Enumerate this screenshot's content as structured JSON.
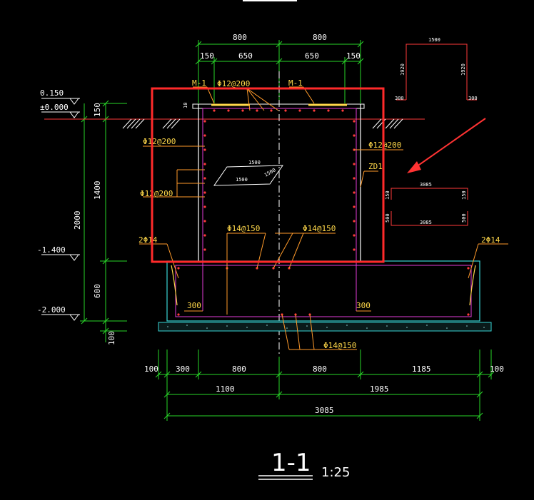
{
  "colors": {
    "background": "#000000",
    "dimension_green": "#29d629",
    "outline_white": "#ffffff",
    "rebar_magenta": "#e23bd9",
    "rebar_red": "#ff3a3a",
    "leader_orange": "#ff9a2a",
    "label_yellow": "#ffd84a",
    "cyan": "#38d6d6",
    "highlight_red": "#ff2a2a",
    "arrow_red": "#ff3333"
  },
  "top_dims": {
    "row1": [
      "800",
      "800"
    ],
    "row2": [
      "150",
      "650",
      "650",
      "150"
    ]
  },
  "left_levels": {
    "top_level": "0.150",
    "ground": "±0.000",
    "mid": "-1.400",
    "bottom": "-2.000"
  },
  "left_dims": {
    "d150": "150",
    "d1400": "1400",
    "d2000": "2000",
    "d600": "600",
    "d100": "100",
    "d10": "10"
  },
  "labels": {
    "m1_left": "M-1",
    "m1_right": "M-1",
    "rebar_top": "Φ12@200",
    "rebar_left_1": "Φ12@200",
    "rebar_left_2": "Φ12@200",
    "rebar_right": "Φ12@200",
    "zd1": "ZD1",
    "two_phi14_left": "2Φ14",
    "two_phi14_right": "2Φ14",
    "phi14_left": "Φ14@150",
    "phi14_right": "Φ14@150",
    "phi14_bottom": "Φ14@150",
    "d300_left": "300",
    "d300_right": "300"
  },
  "inner_plan": {
    "a": "1500",
    "b": "1500",
    "c": "1500"
  },
  "detail_top": {
    "width": "1500",
    "left": "1920",
    "right": "1920",
    "foot_left": "300",
    "foot_right": "300"
  },
  "detail_mid": {
    "top": "3085",
    "bottom": "3085",
    "left_top": "150",
    "right_top": "150",
    "left_bot": "500",
    "right_bot": "500"
  },
  "bottom_dims": {
    "row1": [
      "100",
      "300",
      "800",
      "800",
      "1185",
      "100"
    ],
    "row2": [
      "1100",
      "1985"
    ],
    "total": "3085"
  },
  "section": {
    "label": "1-1",
    "scale": "1:25"
  }
}
